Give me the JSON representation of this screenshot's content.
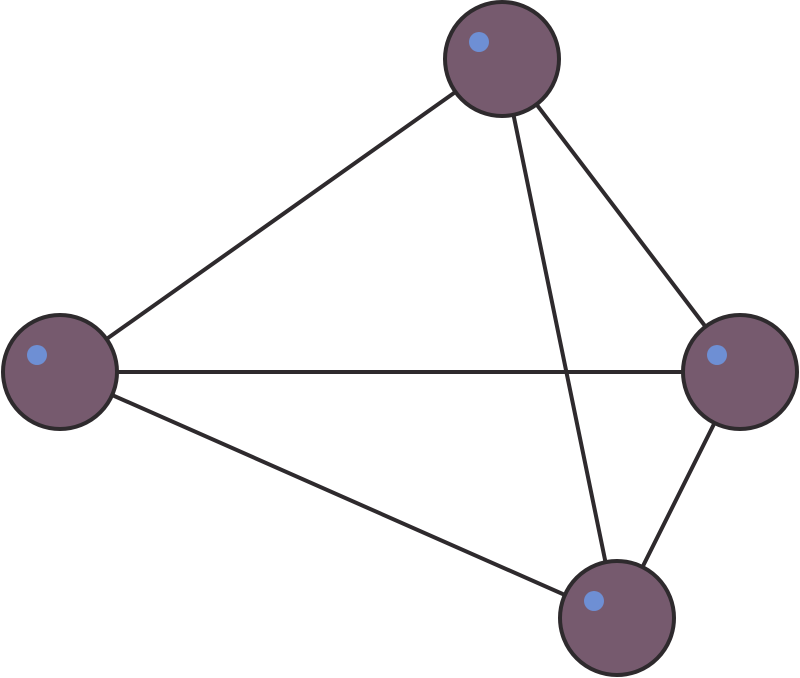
{
  "diagram": {
    "type": "graph",
    "nodes": [
      {
        "id": "top"
      },
      {
        "id": "left"
      },
      {
        "id": "right"
      },
      {
        "id": "bottom"
      }
    ],
    "edges": [
      {
        "from": "left",
        "to": "top"
      },
      {
        "from": "top",
        "to": "right"
      },
      {
        "from": "top",
        "to": "bottom"
      },
      {
        "from": "left",
        "to": "right"
      },
      {
        "from": "left",
        "to": "bottom"
      },
      {
        "from": "right",
        "to": "bottom"
      }
    ],
    "colors": {
      "node_fill": "#765a6e",
      "node_stroke": "#2e2a2d",
      "highlight": "#6e8fd4",
      "edge": "#2e2a2d",
      "background": "#ffffff"
    }
  }
}
